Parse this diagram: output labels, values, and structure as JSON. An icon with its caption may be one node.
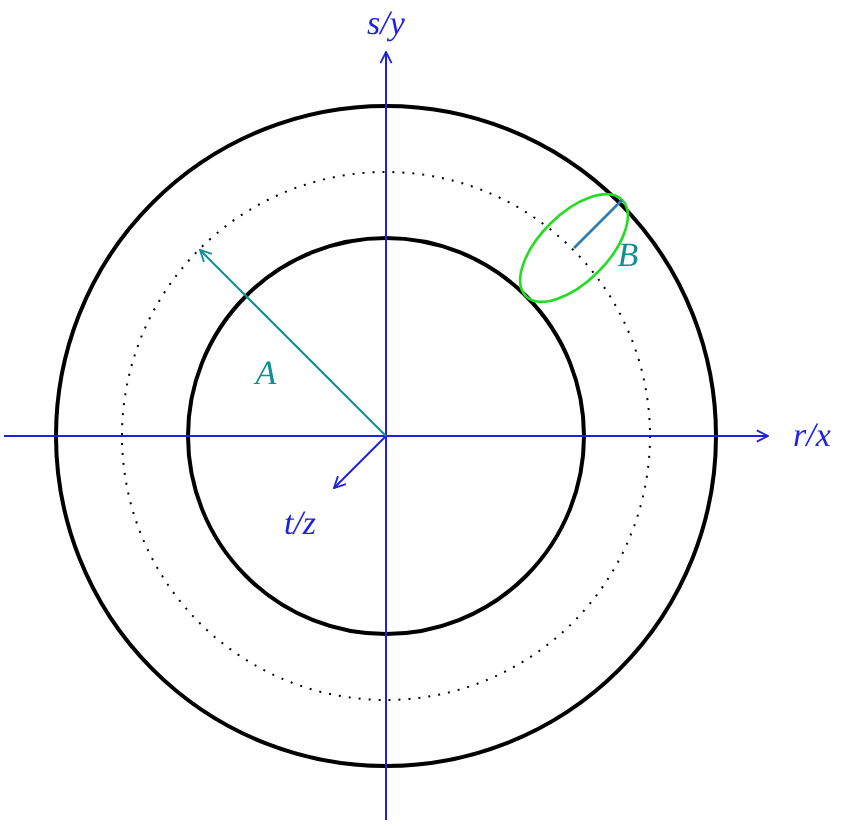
{
  "diagram": {
    "labels": [
      "s/y",
      "r/x",
      "t/z",
      "A",
      "B"
    ]
  }
}
